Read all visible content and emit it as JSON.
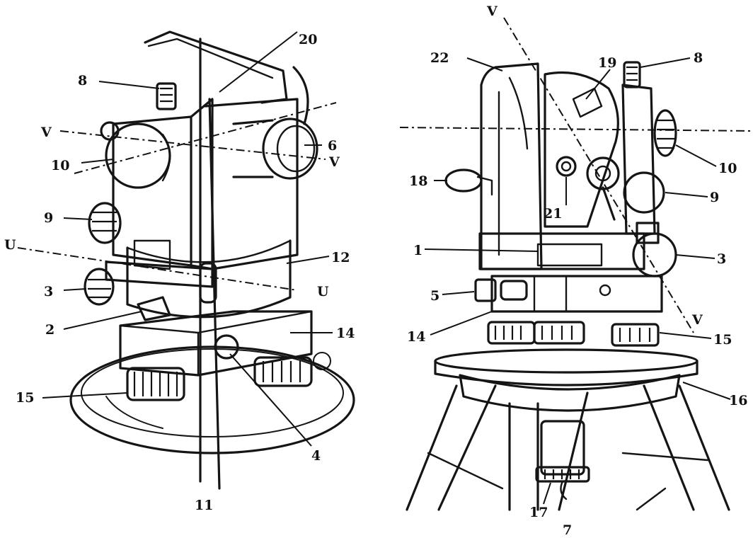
{
  "left_view": {
    "callouts": {
      "n20": "20",
      "n8": "8",
      "n6": "6",
      "n10": "10",
      "n9": "9",
      "n12": "12",
      "n3": "3",
      "n2": "2",
      "n14": "14",
      "n15": "15",
      "n4": "4",
      "n11": "11"
    },
    "axis_labels": {
      "v_left": "V",
      "v_right": "V",
      "u_left": "U",
      "u_right": "U"
    }
  },
  "right_view": {
    "callouts": {
      "n22": "22",
      "n19": "19",
      "n8": "8",
      "n10": "10",
      "n18": "18",
      "n21": "21",
      "n9": "9",
      "n1": "1",
      "n3": "3",
      "n5": "5",
      "n14": "14",
      "n15": "15",
      "n16": "16",
      "n17": "17",
      "n7": "7"
    },
    "axis_labels": {
      "v_top": "V",
      "v_bottom": "V"
    }
  },
  "icons": [
    "theodolite-left-drawing",
    "theodolite-right-drawing"
  ]
}
